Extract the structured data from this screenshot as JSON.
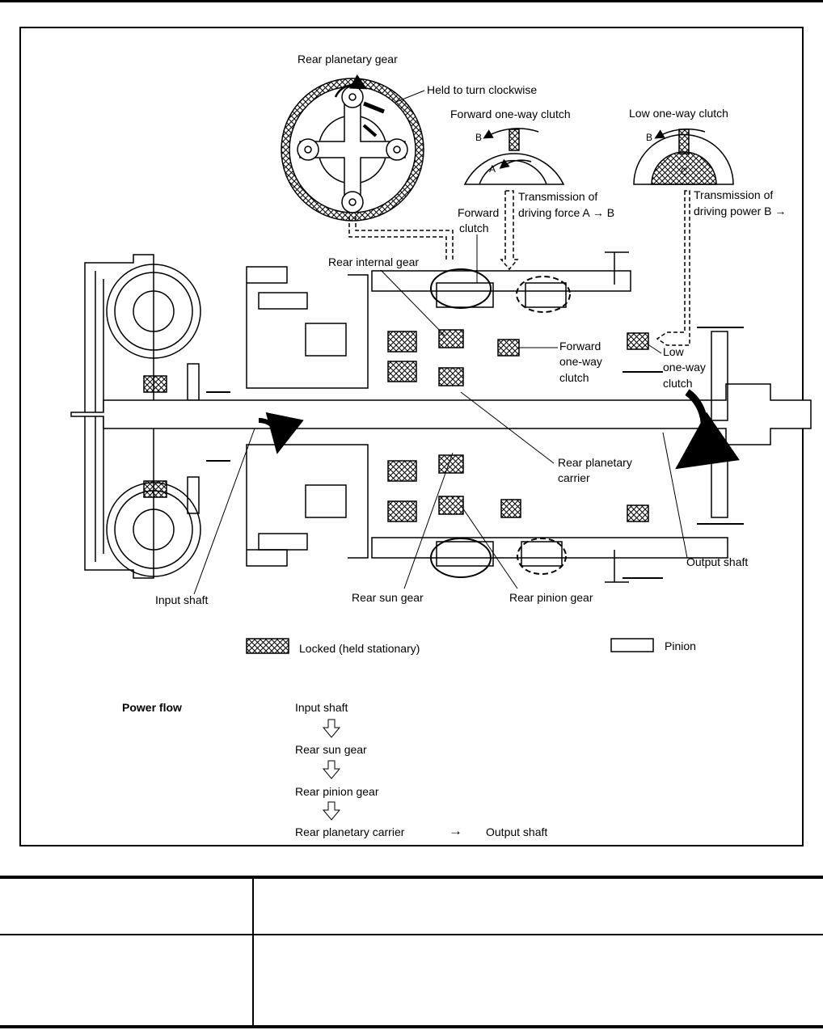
{
  "figure": {
    "labels": {
      "rear_planetary_gear": "Rear planetary gear",
      "held_to_turn_clockwise": "Held to turn clockwise",
      "forward_one_way_clutch_top": "Forward one-way clutch",
      "low_one_way_clutch_top": "Low one-way clutch",
      "transmission_of_1": "Transmission of",
      "driving_force": "driving force A → B",
      "transmission_of_2": "Transmission of",
      "driving_power": "driving power B →",
      "forward_clutch_1": "Forward",
      "forward_clutch_2": "clutch",
      "rear_internal_gear": "Rear internal gear",
      "fowc_1": "Forward",
      "fowc_2": "one-way",
      "fowc_3": "clutch",
      "lowc_1": "Low",
      "lowc_2": "one-way",
      "lowc_3": "clutch",
      "rear_planetary_carrier_1": "Rear planetary",
      "rear_planetary_carrier_2": "carrier",
      "output_shaft": "Output shaft",
      "input_shaft": "Input shaft",
      "rear_sun_gear": "Rear sun gear",
      "rear_pinion_gear": "Rear pinion gear",
      "letter_a": "A",
      "letter_b1": "B",
      "letter_b2": "B",
      "letter_c": "C"
    },
    "legend": {
      "locked": "Locked (held stationary)",
      "pinion": "Pinion"
    },
    "power_flow": {
      "title": "Power flow",
      "steps": [
        "Input shaft",
        "Rear sun gear",
        "Rear pinion gear",
        "Rear planetary carrier"
      ],
      "arrow": "→",
      "final": "Output shaft"
    }
  },
  "table": {
    "rows": [
      [
        "",
        ""
      ],
      [
        "",
        ""
      ]
    ]
  }
}
